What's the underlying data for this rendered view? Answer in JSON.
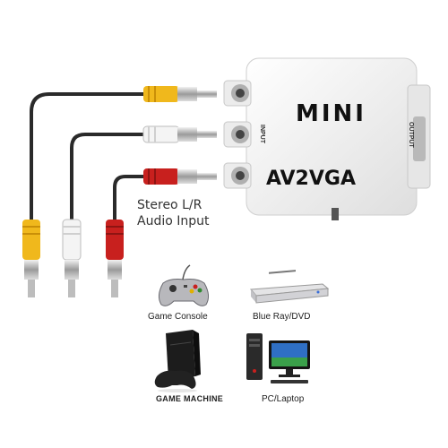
{
  "product": {
    "brand": "MINI",
    "model": "AV2VGA",
    "port_input": "INPUT",
    "port_output": "OUTPUT",
    "body_color": "#f2f2f2"
  },
  "cables": {
    "colors": {
      "video": "#f0b81c",
      "audio_left": "#f4f4f4",
      "audio_right": "#c8201e",
      "wire": "#2a2a2a",
      "metal": "#c0c0c0"
    }
  },
  "audio_label": {
    "line1": "Stereo L/R",
    "line2": "Audio Input"
  },
  "devices": [
    {
      "icon": "game-controller-icon",
      "label": "Game Console"
    },
    {
      "icon": "dvd-player-icon",
      "label": "Blue Ray/DVD"
    },
    {
      "icon": "game-machine-icon",
      "label": "GAME MACHINE"
    },
    {
      "icon": "desktop-pc-icon",
      "label": "PC/Laptop"
    }
  ]
}
